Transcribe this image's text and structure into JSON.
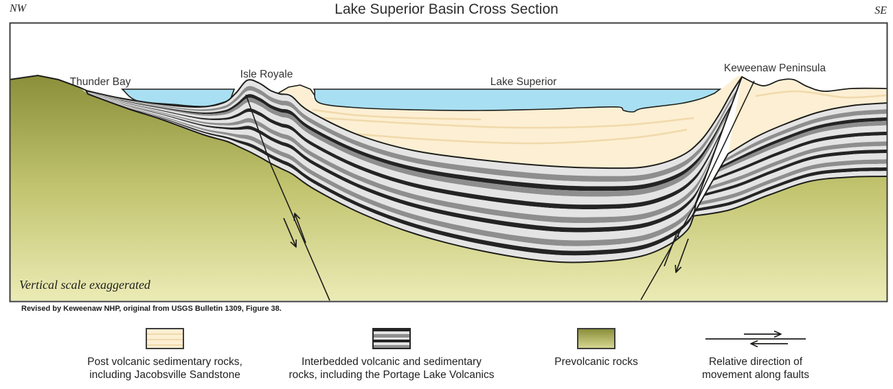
{
  "title": "Lake Superior Basin Cross Section",
  "direction_labels": {
    "left": "NW",
    "right": "SE"
  },
  "diagram": {
    "feature_labels": {
      "thunder_bay": "Thunder Bay",
      "isle_royale": "Isle Royale",
      "lake_superior": "Lake Superior",
      "keweenaw_peninsula": "Keweenaw Peninsula"
    },
    "note": "Vertical scale exaggerated",
    "credit": "Revised by Keweenaw NHP, original from USGS Bulletin 1309, Figure 38."
  },
  "legend": {
    "items": [
      {
        "swatch": "postvolcanic-sedimentary",
        "line1": "Post volcanic sedimentary rocks,",
        "line2": "including Jacobsville Sandstone"
      },
      {
        "swatch": "interbedded-volcanic",
        "line1": "Interbedded volcanic and sedimentary",
        "line2": "rocks, including the Portage Lake Volcanics"
      },
      {
        "swatch": "prevolcanic",
        "line1": "Prevolcanic rocks",
        "line2": ""
      },
      {
        "swatch": "fault-arrows",
        "line1": "Relative direction of",
        "line2": "movement along faults"
      }
    ]
  },
  "colors": {
    "outline": "#1d1d1b",
    "box_border": "#3d3d3d",
    "water": "#a8dff2",
    "sediment": "#fcefd3",
    "sediment_wave": "#f0d9ab",
    "volcanic_light": "#e4e4e4",
    "volcanic_mid": "#8e8e8e",
    "volcanic_dark": "#242424",
    "prevolcanic_top": "#8b8f3a",
    "prevolcanic_mid": "#c2c46f",
    "prevolcanic_bottom": "#ebebb5"
  }
}
